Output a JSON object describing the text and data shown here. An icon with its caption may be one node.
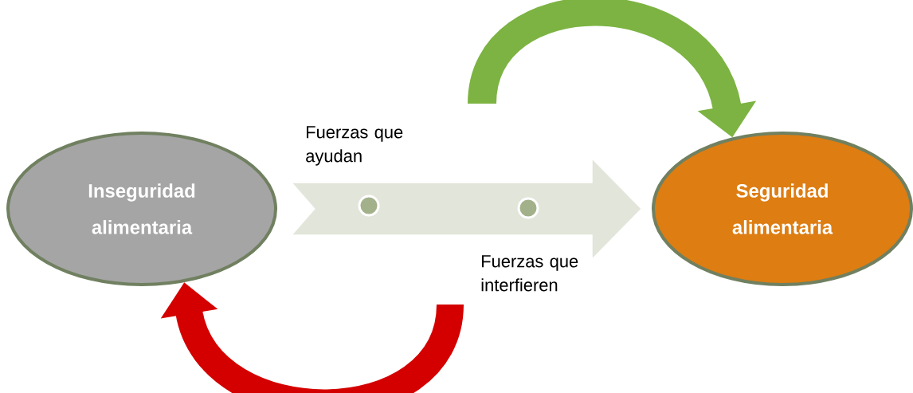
{
  "diagram": {
    "nodes": [
      {
        "text": [
          "Inseguridad alimentaria"
        ]
      },
      {
        "text": [
          "Seguridad alimentaria"
        ]
      }
    ],
    "edges": [
      {
        "from": 0,
        "to": 1,
        "arrow": "to",
        "color": "#e2e5da"
      },
      {
        "from": null,
        "to": 1,
        "arrow": "to",
        "color": "#7cb342"
      },
      {
        "from": null,
        "to": 0,
        "arrow": "to",
        "color": "#d40000"
      }
    ],
    "labels": [
      "Fuerzas que ayudan",
      "Fuerzas que interfieren"
    ]
  }
}
